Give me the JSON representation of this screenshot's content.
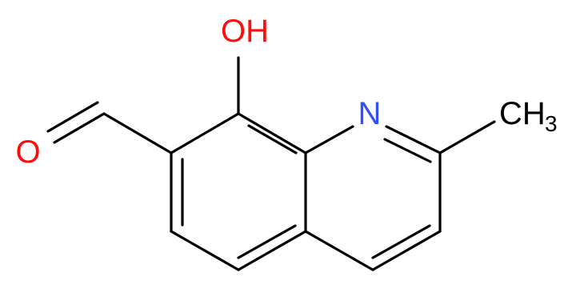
{
  "molecule": {
    "atoms": {
      "hydroxyl": {
        "label": "OH",
        "color": "#ff0d0d"
      },
      "nitrogen": {
        "label": "N",
        "color": "#3050f8"
      },
      "aldehyde_oxygen": {
        "label": "O",
        "color": "#ff0d0d"
      },
      "methyl": {
        "label": "CH",
        "subscript": "3",
        "color": "#000000"
      }
    },
    "bond_color": "#000000"
  }
}
